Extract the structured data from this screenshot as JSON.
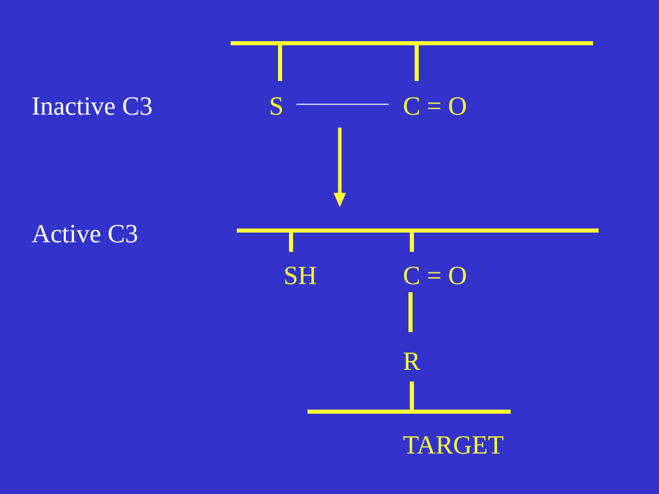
{
  "colors": {
    "background": "#3333cc",
    "bond": "#ffff33",
    "text": "#ffffff",
    "chemical_text": "#ffff33",
    "thioester_line": "#ffffff"
  },
  "labels": {
    "inactive": "Inactive C3",
    "active": "Active C3"
  },
  "chemistry": {
    "thioester_s": "S",
    "thioester_co": "C = O",
    "active_sh": "SH",
    "active_co": "C = O",
    "r_group": "R",
    "target": "TARGET"
  }
}
